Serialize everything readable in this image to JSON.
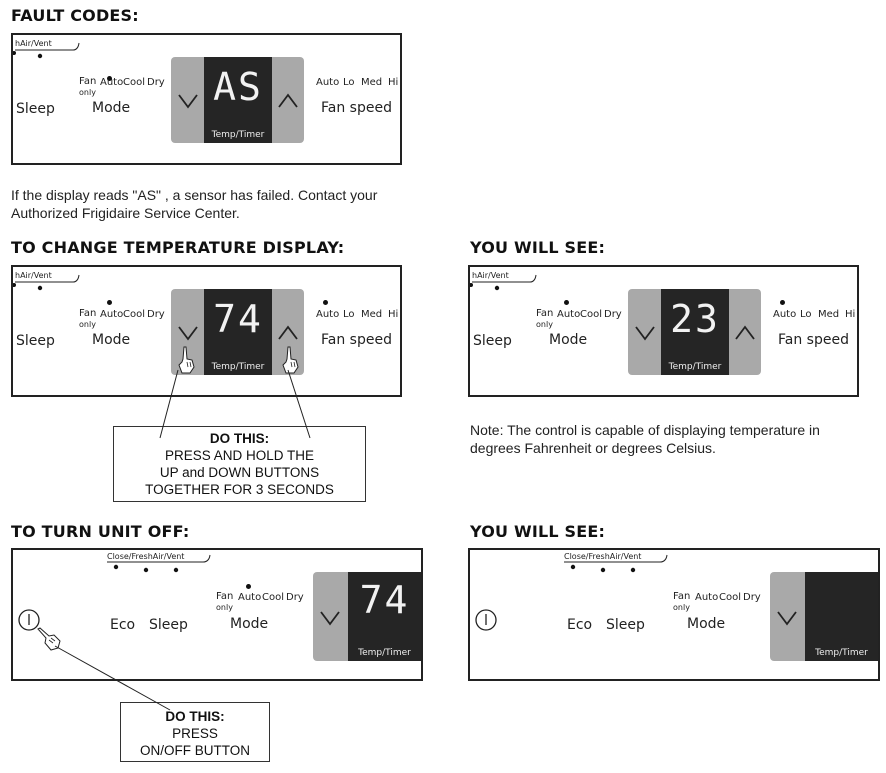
{
  "headings": {
    "fault_codes": "FAULT CODES:",
    "change_temp": "TO CHANGE TEMPERATURE DISPLAY:",
    "you_will_see_1": "YOU WILL SEE:",
    "turn_off": "TO TURN UNIT OFF:",
    "you_will_see_2": "YOU WILL SEE:"
  },
  "fault_text": {
    "line1": "If the display reads \"AS\" , a sensor has failed. Contact your",
    "line2": "Authorized Frigidaire Service Center."
  },
  "note_text": {
    "line1": "Note: The control is capable of displaying temperature in",
    "line2": "degrees Fahrenheit or degrees Celsius."
  },
  "labels": {
    "hair_vent": "hAir/Vent",
    "close_fresh_vent": "Close/FreshAir/Vent",
    "sleep": "Sleep",
    "eco": "Eco",
    "mode": "Mode",
    "fan_speed": "Fan speed",
    "mode_fan": "Fan",
    "mode_only": "only",
    "mode_auto": "Auto",
    "mode_cool": "Cool",
    "mode_dry": "Dry",
    "speed_auto": "Auto",
    "speed_lo": "Lo",
    "speed_med": "Med",
    "speed_hi": "Hi",
    "temp_timer": "Temp/Timer"
  },
  "displays": {
    "fault": "AS",
    "change_temp": "74",
    "result_celsius": "23",
    "turn_off": "74",
    "result_off": ""
  },
  "callout_temp": {
    "title": "DO THIS:",
    "line1": "PRESS AND HOLD THE",
    "line2": "UP and DOWN BUTTONS",
    "line3": "TOGETHER  FOR 3 SECONDS"
  },
  "callout_off": {
    "title": "DO THIS:",
    "line1": "PRESS",
    "line2": "ON/OFF BUTTON"
  },
  "icons": {
    "down": "chevron-down-icon",
    "up": "chevron-up-icon",
    "power": "power-icon",
    "hand": "pointing-hand-icon"
  },
  "colors": {
    "button_gray": "#a9a9a9",
    "screen": "#252525",
    "border": "#222222"
  }
}
